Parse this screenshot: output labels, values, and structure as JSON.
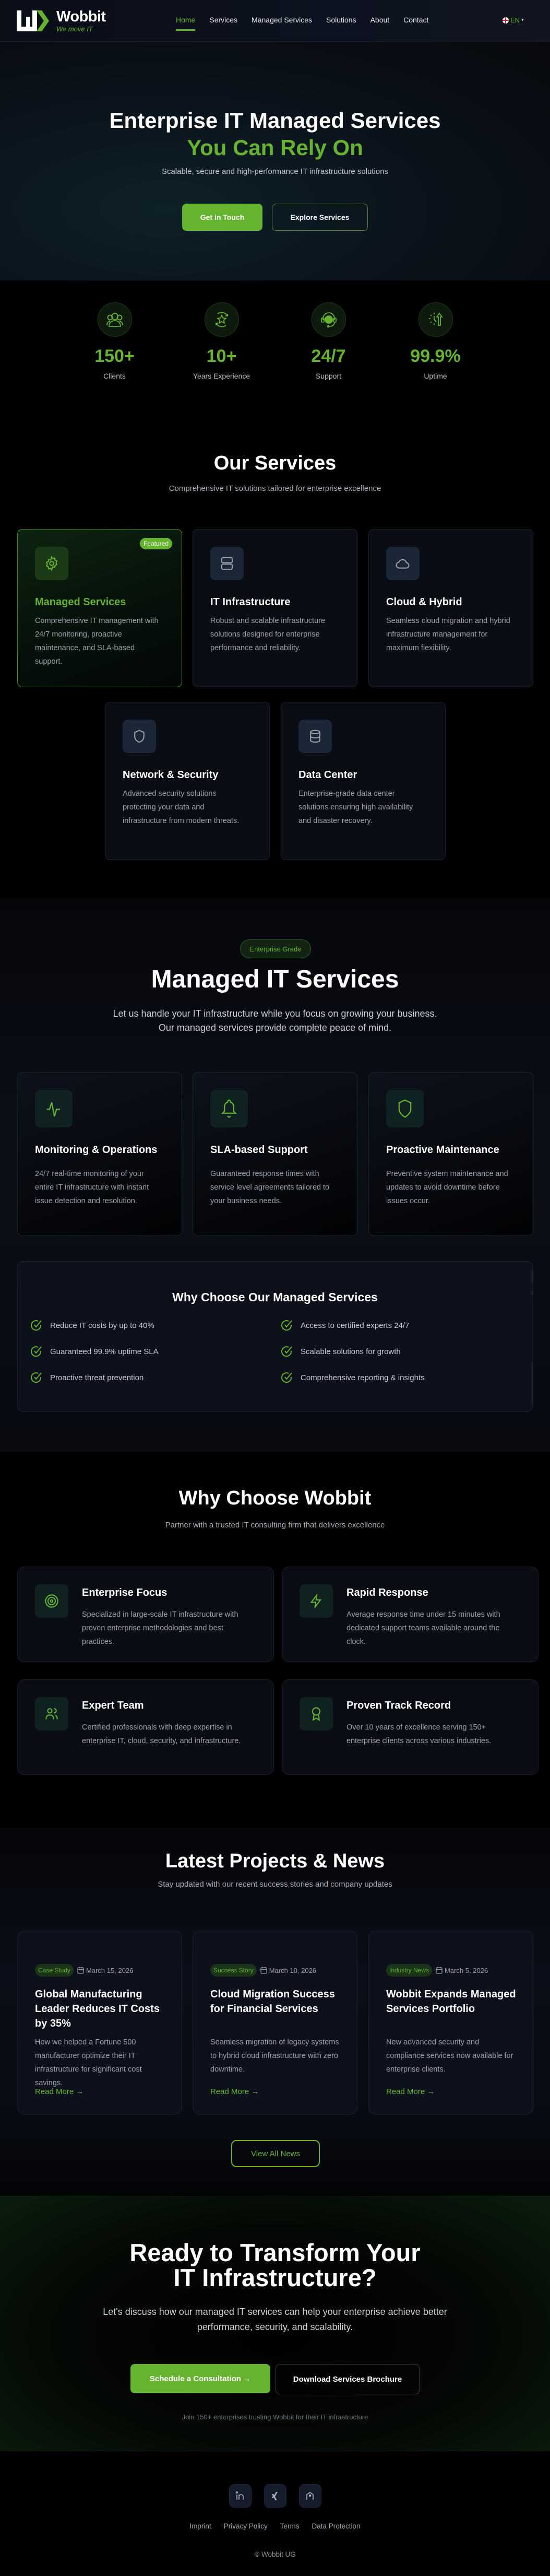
{
  "nav": {
    "logo_name": "Wobbit",
    "logo_tagline": "We move IT",
    "links": [
      {
        "label": "Home",
        "active": true
      },
      {
        "label": "Services"
      },
      {
        "label": "Managed Services"
      },
      {
        "label": "Solutions"
      },
      {
        "label": "About"
      },
      {
        "label": "Contact"
      }
    ],
    "language": "EN"
  },
  "hero": {
    "title_line1": "Enterprise IT Managed Services",
    "title_line2": "You Can Rely On",
    "subtitle": "Scalable, secure and high-performance IT infrastructure solutions",
    "primary_button": "Get in Touch",
    "secondary_button": "Explore Services"
  },
  "stats": [
    {
      "icon": "users-icon",
      "value": "150+",
      "label": "Clients"
    },
    {
      "icon": "star-cycle-icon",
      "value": "10+",
      "label": "Years Experience"
    },
    {
      "icon": "headset-icon",
      "value": "24/7",
      "label": "Support"
    },
    {
      "icon": "clock-uptime-icon",
      "value": "99.9%",
      "label": "Uptime"
    }
  ],
  "services": {
    "title": "Our Services",
    "subtitle": "Comprehensive IT solutions tailored for enterprise excellence",
    "featured_badge": "Featured",
    "items": [
      {
        "icon": "gear-icon",
        "title": "Managed Services",
        "desc": "Comprehensive IT management with 24/7 monitoring, proactive maintenance, and SLA-based support.",
        "featured": true
      },
      {
        "icon": "server-icon",
        "title": "IT Infrastructure",
        "desc": "Robust and scalable infrastructure solutions designed for enterprise performance and reliability."
      },
      {
        "icon": "cloud-icon",
        "title": "Cloud & Hybrid",
        "desc": "Seamless cloud migration and hybrid infrastructure management for maximum flexibility."
      },
      {
        "icon": "shield-icon",
        "title": "Network & Security",
        "desc": "Advanced security solutions protecting your data and infrastructure from modern threats."
      },
      {
        "icon": "database-icon",
        "title": "Data Center",
        "desc": "Enterprise-grade data center solutions ensuring high availability and disaster recovery."
      }
    ]
  },
  "managed": {
    "pill": "Enterprise Grade",
    "title": "Managed IT Services",
    "subtitle": "Let us handle your IT infrastructure while you focus on growing your business. Our managed services provide complete peace of mind.",
    "cards": [
      {
        "icon": "activity-icon",
        "title": "Monitoring & Operations",
        "desc": "24/7 real-time monitoring of your entire IT infrastructure with instant issue detection and resolution."
      },
      {
        "icon": "bell-icon",
        "title": "SLA-based Support",
        "desc": "Guaranteed response times with service level agreements tailored to your business needs."
      },
      {
        "icon": "shield-icon",
        "title": "Proactive Maintenance",
        "desc": "Preventive system maintenance and updates to avoid downtime before issues occur."
      }
    ],
    "why_title": "Why Choose Our Managed Services",
    "why_items": [
      "Reduce IT costs by up to 40%",
      "Access to certified experts 24/7",
      "Guaranteed 99.9% uptime SLA",
      "Scalable solutions for growth",
      "Proactive threat prevention",
      "Comprehensive reporting & insights"
    ]
  },
  "why_wobbit": {
    "title": "Why Choose Wobbit",
    "subtitle": "Partner with a trusted IT consulting firm that delivers excellence",
    "cards": [
      {
        "icon": "target-icon",
        "title": "Enterprise Focus",
        "desc": "Specialized in large-scale IT infrastructure with proven enterprise methodologies and best practices."
      },
      {
        "icon": "lightning-icon",
        "title": "Rapid Response",
        "desc": "Average response time under 15 minutes with dedicated support teams available around the clock."
      },
      {
        "icon": "team-icon",
        "title": "Expert Team",
        "desc": "Certified professionals with deep expertise in enterprise IT, cloud, security, and infrastructure."
      },
      {
        "icon": "award-icon",
        "title": "Proven Track Record",
        "desc": "Over 10 years of excellence serving 150+ enterprise clients across various industries."
      }
    ]
  },
  "news": {
    "title": "Latest Projects & News",
    "subtitle": "Stay updated with our recent success stories and company updates",
    "items": [
      {
        "tag": "Case Study",
        "date": "March 15, 2026",
        "title": "Global Manufacturing Leader Reduces IT Costs by 35%",
        "desc": "How we helped a Fortune 500 manufacturer optimize their IT infrastructure for significant cost savings.",
        "link": "Read More"
      },
      {
        "tag": "Success Story",
        "date": "March 10, 2026",
        "title": "Cloud Migration Success for Financial Services",
        "desc": "Seamless migration of legacy systems to hybrid cloud infrastructure with zero downtime.",
        "link": "Read More"
      },
      {
        "tag": "Industry News",
        "date": "March 5, 2026",
        "title": "Wobbit Expands Managed Services Portfolio",
        "desc": "New advanced security and compliance services now available for enterprise clients.",
        "link": "Read More"
      }
    ],
    "view_all": "View All News"
  },
  "cta": {
    "title_line1": "Ready to Transform Your",
    "title_line2": "IT Infrastructure?",
    "subtitle": "Let's discuss how our managed IT services can help your enterprise achieve better performance, security, and scalability.",
    "primary_button": "Schedule a Consultation →",
    "secondary_button": "Download Services Brochure",
    "note": "Join 150+ enterprises trusting Wobbit for their IT infrastructure"
  },
  "footer": {
    "socials": [
      {
        "icon": "linkedin-icon"
      },
      {
        "icon": "xing-icon"
      },
      {
        "icon": "shield-badge-icon"
      }
    ],
    "links": [
      "Imprint",
      "Privacy Policy",
      "Terms",
      "Data Protection"
    ],
    "copyright": "© Wobbit UG"
  },
  "colors": {
    "accent": "#65b32e",
    "background": "#000000",
    "card": "#0a0d14",
    "text_muted": "#9ca1ab"
  }
}
